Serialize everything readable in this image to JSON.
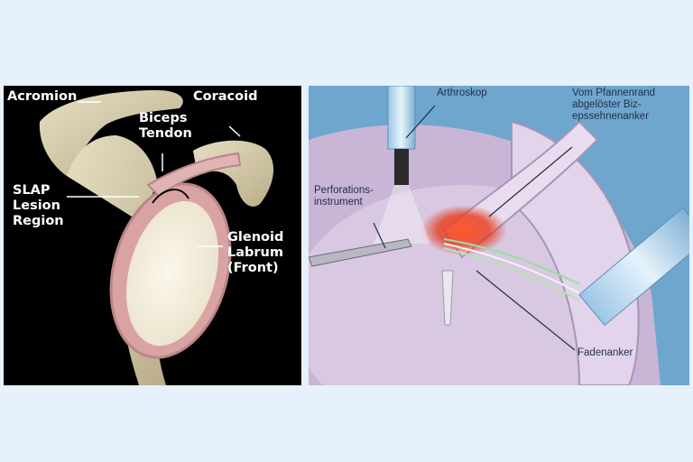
{
  "left_panel": {
    "labels": {
      "acromion": "Acromion",
      "coracoid": "Coracoid",
      "biceps_tendon": "Biceps\nTendon",
      "slap_lesion": "SLAP\nLesion\nRegion",
      "glenoid_labrum": "Glenoid\nLabrum\n(Front)"
    }
  },
  "right_panel": {
    "labels": {
      "arthroskop": "Arthroskop",
      "anchor": "Vom Pfannenrand\nabgelöster Biz-\nepssehnenanker",
      "perforation": "Perforations-\ninstrument",
      "fadenanker": "Fadenanker"
    }
  },
  "colors": {
    "background": "#e6f1fb",
    "bone": "#d9cfb0",
    "labrum": "#d9a3a3",
    "joint_tissue": "#c9b5d6",
    "lesion": "#e63a1f"
  }
}
